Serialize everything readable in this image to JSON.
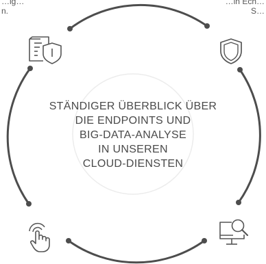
{
  "corner_left_lines": [
    "…ig…",
    "n."
  ],
  "corner_right_lines": [
    "…in Ech…",
    "S…"
  ],
  "center_lines": [
    "STÄNDIGER ÜBERBLICK ÜBER",
    "DIE ENDPOINTS UND",
    "BIG-DATA-ANALYSE",
    "IN UNSEREN",
    "CLOUD-DIENSTEN"
  ],
  "icons": {
    "top_left": "document-shield-icon",
    "top_right": "shield-icon",
    "bottom_left": "touch-hand-icon",
    "bottom_right": "monitor-search-icon"
  },
  "colors": {
    "arc": "#4d4d4d",
    "dot": "#4d4d4d",
    "inner_circle": "#ececec",
    "text": "#4a4a4a"
  }
}
